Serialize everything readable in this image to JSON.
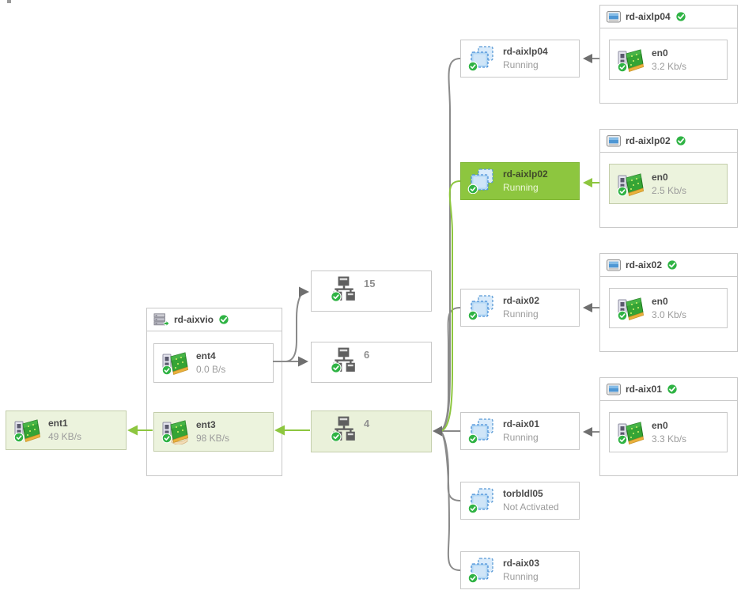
{
  "physical_adapter": {
    "name": "ent1",
    "rate": "49 KB/s"
  },
  "vio": {
    "name": "rd-aixvio",
    "adapters": [
      {
        "name": "ent4",
        "rate": "0.0 B/s",
        "selected": false
      },
      {
        "name": "ent3",
        "rate": "98 KB/s",
        "selected": true
      }
    ]
  },
  "switches": [
    {
      "label": "15",
      "selected": false
    },
    {
      "label": "6",
      "selected": false
    },
    {
      "label": "4",
      "selected": true
    }
  ],
  "vms": [
    {
      "name": "rd-aixlp04",
      "status": "Running",
      "selected": false
    },
    {
      "name": "rd-aixlp02",
      "status": "Running",
      "selected": true
    },
    {
      "name": "rd-aix02",
      "status": "Running",
      "selected": false
    },
    {
      "name": "rd-aix01",
      "status": "Running",
      "selected": false
    },
    {
      "name": "torbldl05",
      "status": "Not Activated",
      "selected": false
    },
    {
      "name": "rd-aix03",
      "status": "Running",
      "selected": false
    }
  ],
  "hosts": [
    {
      "name": "rd-aixlp04",
      "adapter": {
        "name": "en0",
        "rate": "3.2 Kb/s"
      },
      "adapter_selected": false
    },
    {
      "name": "rd-aixlp02",
      "adapter": {
        "name": "en0",
        "rate": "2.5 Kb/s"
      },
      "adapter_selected": true
    },
    {
      "name": "rd-aix02",
      "adapter": {
        "name": "en0",
        "rate": "3.0 Kb/s"
      },
      "adapter_selected": false
    },
    {
      "name": "rd-aix01",
      "adapter": {
        "name": "en0",
        "rate": "3.3 Kb/s"
      },
      "adapter_selected": false
    }
  ],
  "colors": {
    "selected_green": "#8dc63f",
    "light_green_bg": "#ecf3dd",
    "connector_gray": "#8a8a8a",
    "connector_green": "#8dc63f",
    "status_ok_green": "#2fb344"
  }
}
